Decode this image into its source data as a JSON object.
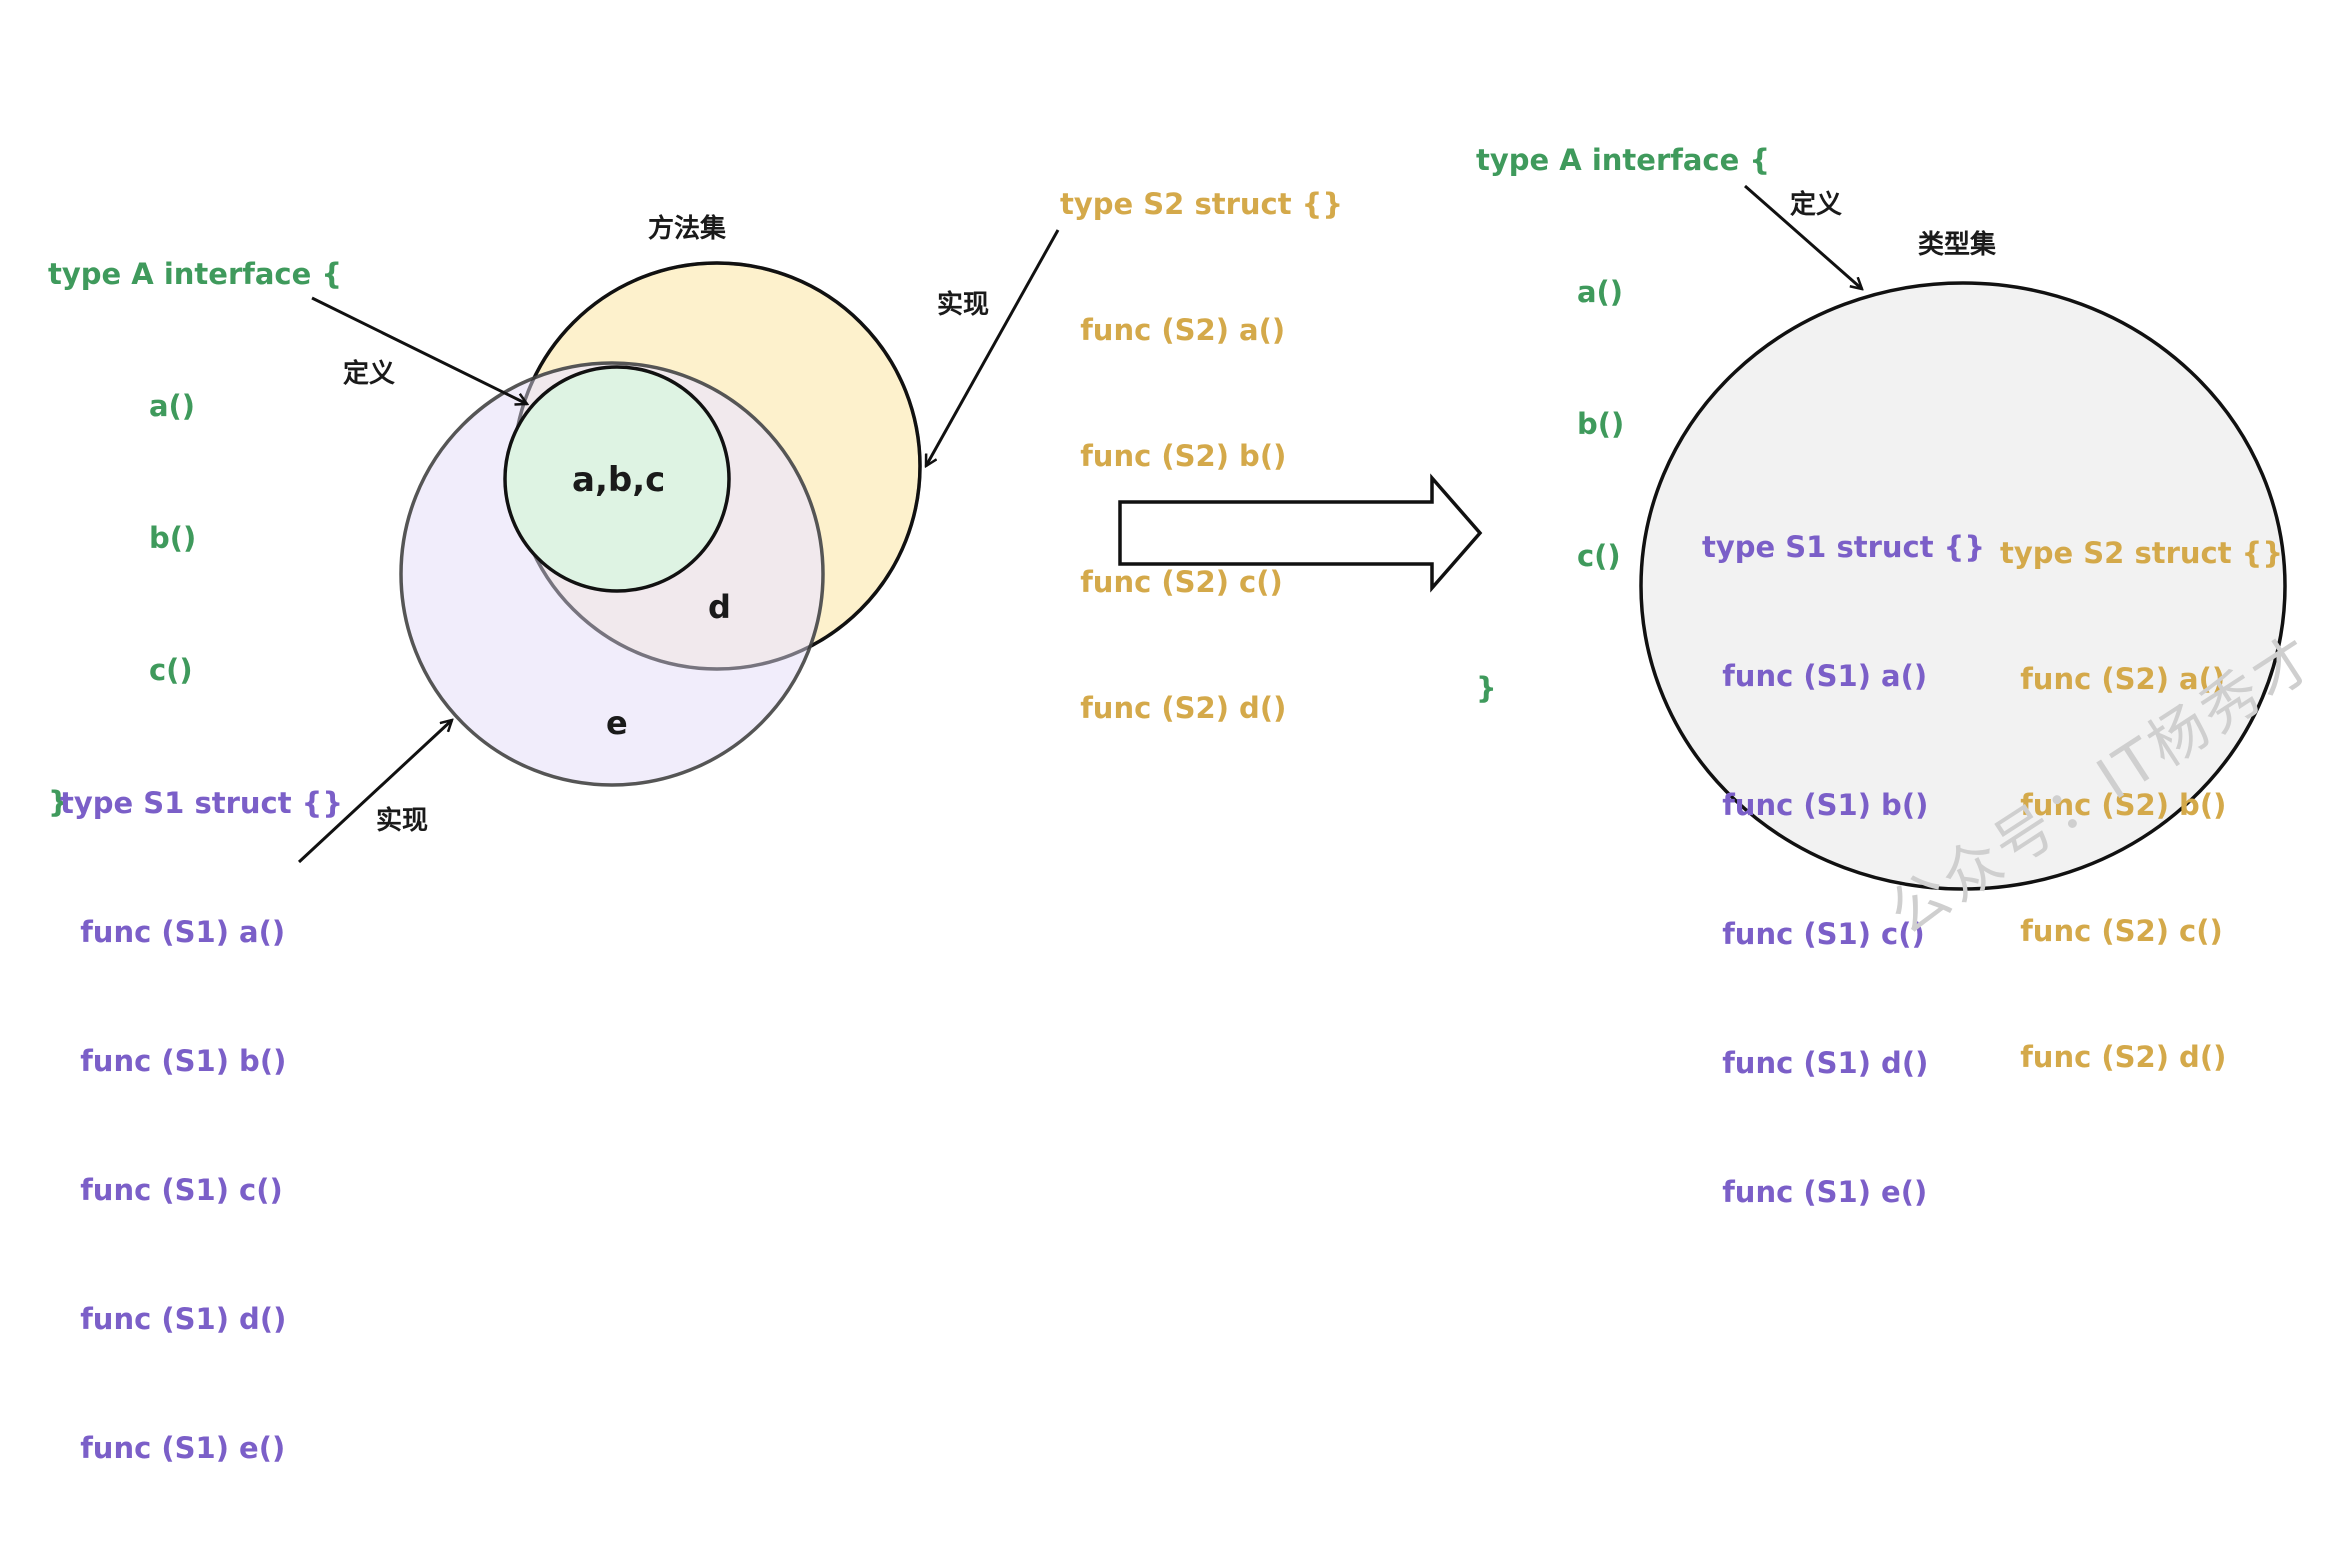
{
  "left_interface": {
    "lines": [
      "type A interface {",
      "          a()",
      "          b()",
      "          c()",
      "}"
    ]
  },
  "left_s2": {
    "lines": [
      "type S2 struct {}",
      "  func (S2) a()",
      "  func (S2) b()",
      "  func (S2) c()",
      "  func (S2) d()"
    ]
  },
  "left_s1": {
    "lines": [
      "type S1 struct {}",
      "  func (S1) a()",
      "  func (S1) b()",
      "  func (S1) c()",
      "  func (S1) d()",
      "  func (S1) e()"
    ]
  },
  "labels": {
    "method_set": "方法集",
    "define_left": "定义",
    "implement_s2": "实现",
    "implement_s1": "实现",
    "define_right": "定义",
    "type_set": "类型集"
  },
  "regions": {
    "abc": "a,b,c",
    "d": "d",
    "e": "e"
  },
  "right_interface": {
    "lines": [
      "type A interface {",
      "          a()",
      "          b()",
      "          c()",
      "}"
    ]
  },
  "right_s1": {
    "lines": [
      "type S1 struct {}",
      "  func (S1) a()",
      "  func (S1) b()",
      "  func (S1) c()",
      "  func (S1) d()",
      "  func (S1) e()"
    ]
  },
  "right_s2": {
    "lines": [
      "type S2 struct {}",
      "  func (S2) a()",
      "  func (S2) b()",
      "  func (S2) c()",
      "  func (S2) d()"
    ]
  },
  "watermark": "公众号：IT杨秀才",
  "colors": {
    "interface_green": "#3f9a5c",
    "s2_gold": "#d4a94a",
    "s1_purple": "#7b5fc8",
    "s2_circle_fill": "#fdf1cc",
    "s1_circle_fill": "#efeafb",
    "abc_circle_fill": "#def3e3",
    "typeset_circle_fill": "#f2f2f2"
  }
}
